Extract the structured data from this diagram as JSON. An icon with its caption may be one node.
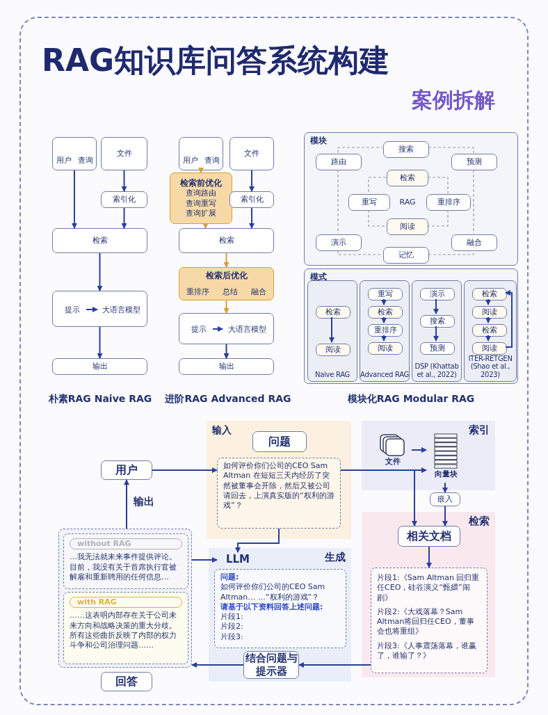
{
  "diagram": {
    "title": "RAG知识库问答系统构建",
    "nodes": [
      {
        "text": [
          "朴素RAG Naive RAG"
        ]
      },
      {
        "text": [
          "用户",
          "查询"
        ],
        "in": 0
      },
      {
        "text": [
          "文件"
        ],
        "in": 0
      },
      {
        "text": [
          "索引化"
        ],
        "in": 0
      },
      {
        "text": [
          "检索"
        ],
        "in": 0
      },
      {
        "text": [],
        "shape": "box",
        "in": 0
      },
      {
        "text": [
          "提示"
        ],
        "in": 5
      },
      {
        "text": [
          "大语言模型"
        ],
        "in": 5
      },
      {
        "text": [
          "输出"
        ],
        "in": 0
      },
      {
        "text": [
          "进阶RAG Advanced RAG"
        ]
      },
      {
        "text": [
          "用户",
          "查询"
        ],
        "in": 9
      },
      {
        "text": [
          "文件"
        ],
        "in": 9
      },
      {
        "text": [
          "检索前优化",
          "查询路由",
          "查询重写",
          "查询扩展"
        ],
        "in": 9
      },
      {
        "text": [
          "索引化"
        ],
        "in": 9
      },
      {
        "text": [
          "检索"
        ],
        "in": 9
      },
      {
        "text": [
          "检索后优化",
          "重排序",
          "总结",
          "融合"
        ],
        "in": 9
      },
      {
        "text": [],
        "shape": "box",
        "in": 9
      },
      {
        "text": [
          "提示"
        ],
        "in": 16
      },
      {
        "text": [
          "大语言模型"
        ],
        "in": 16
      },
      {
        "text": [
          "输出"
        ],
        "in": 9
      },
      {
        "text": [
          "模块化RAG Modular RAG"
        ]
      },
      {
        "text": [
          "模块"
        ],
        "in": 20
      },
      {
        "text": [
          "搜索"
        ],
        "in": 21
      },
      {
        "text": [
          "路由"
        ],
        "in": 21
      },
      {
        "text": [
          "预测"
        ],
        "in": 21
      },
      {
        "text": [
          "检索"
        ],
        "in": 21
      },
      {
        "text": [
          "重写"
        ],
        "in": 21
      },
      {
        "text": [
          "RAG"
        ],
        "in": 21
      },
      {
        "text": [
          "重排序"
        ],
        "in": 21
      },
      {
        "text": [
          "阅读"
        ],
        "in": 21
      },
      {
        "text": [
          "演示"
        ],
        "in": 21
      },
      {
        "text": [
          "融合"
        ],
        "in": 21
      },
      {
        "text": [
          "记忆"
        ],
        "in": 21
      },
      {
        "text": [
          "模式"
        ],
        "in": 20
      },
      {
        "text": [
          "Naive RAG"
        ],
        "in": 33
      },
      {
        "text": [
          "检索"
        ],
        "in": 34
      },
      {
        "text": [
          "阅读"
        ],
        "in": 34
      },
      {
        "text": [
          "Advanced RAG"
        ],
        "in": 33
      },
      {
        "text": [
          "重写"
        ],
        "in": 37
      },
      {
        "text": [
          "检索"
        ],
        "in": 37
      },
      {
        "text": [
          "重排序"
        ],
        "in": 37
      },
      {
        "text": [
          "阅读"
        ],
        "in": 37
      },
      {
        "text": [
          "DSP (Khattab et al., 2022)"
        ],
        "in": 33
      },
      {
        "text": [
          "演示"
        ],
        "in": 42
      },
      {
        "text": [
          "搜索"
        ],
        "in": 42
      },
      {
        "text": [
          "预测"
        ],
        "in": 42
      },
      {
        "text": [
          "ITER-RETGEN (Shao et al., 2023)"
        ],
        "in": 33
      },
      {
        "text": [
          "检索"
        ],
        "in": 46
      },
      {
        "text": [
          "阅读"
        ],
        "in": 46
      },
      {
        "text": [
          "检索"
        ],
        "in": 46
      },
      {
        "text": [
          "阅读"
        ],
        "in": 46
      },
      {
        "text": [
          "用户"
        ]
      },
      {
        "text": [
          "输入"
        ]
      },
      {
        "text": [
          "问题"
        ],
        "in": 52
      },
      {
        "text": [
          "如何评价你们公司的CEO Sam Altman 在短短三天内经历了突然被董事会开除，然后又被公司请回去，上演真实版的“权利的游戏”？"
        ],
        "in": 52
      },
      {
        "text": [
          "索引"
        ]
      },
      {
        "text": [
          "文件"
        ],
        "in": 55
      },
      {
        "text": [
          "向量块"
        ],
        "in": 55
      },
      {
        "text": [
          "嵌入"
        ]
      },
      {
        "text": [
          "检索"
        ]
      },
      {
        "text": [
          "相关文档"
        ],
        "in": 59
      },
      {
        "text": [
          "片段1:《Sam Altman 回归重任CEO，硅谷演义“甄嬛”闹剧》",
          "片段2:《大戏落幕？Sam Altman将回归任CEO，董事会也将重组》",
          "片段3:《人事震荡落幕，谁赢了，谁输了？》"
        ],
        "in": 59
      },
      {
        "text": [
          "生成"
        ]
      },
      {
        "text": [
          "LLM"
        ],
        "in": 62
      },
      {
        "text": [
          "问题:",
          "如何评价你们公司的CEO Sam Altman… …“权利的游戏”？",
          "请基于以下资料回答上述问题:",
          "片段1:",
          "片段2:",
          "片段3:"
        ],
        "in": 62
      },
      {
        "text": [
          "结合问题与提示器"
        ],
        "in": 62
      },
      {
        "text": [],
        "shape": "box"
      },
      {
        "text": [
          "without RAG",
          "…我无法就未来事件提供评论。目前，我没有关于首席执行官被解雇和重新聘用的任何信息…"
        ],
        "in": 66
      },
      {
        "text": [
          "with RAG",
          "……这表明内部存在关于公司未来方向和战略决策的重大分歧。所有这些曲折反映了内部的权力斗争和公司治理问题……"
        ],
        "in": 66
      },
      {
        "text": [
          "回答"
        ]
      }
    ],
    "edges": [
      {
        "from": 1,
        "to": 4,
        "arrow": "to"
      },
      {
        "from": 2,
        "to": 3,
        "arrow": "to"
      },
      {
        "from": 3,
        "to": 4,
        "arrow": "to"
      },
      {
        "from": 4,
        "to": 5,
        "arrow": "to"
      },
      {
        "from": 6,
        "to": 7,
        "arrow": "to"
      },
      {
        "from": 5,
        "to": 8,
        "arrow": "to"
      },
      {
        "from": 10,
        "to": 12,
        "arrow": "to",
        "color": "#d9a032"
      },
      {
        "from": 12,
        "to": 14,
        "arrow": "to",
        "color": "#d9a032"
      },
      {
        "from": 11,
        "to": 13,
        "arrow": "to"
      },
      {
        "from": 13,
        "to": 14,
        "arrow": "to"
      },
      {
        "from": 14,
        "to": 15,
        "arrow": "to",
        "color": "#d9a032"
      },
      {
        "from": 15,
        "to": 16,
        "arrow": "to",
        "color": "#d9a032"
      },
      {
        "from": 17,
        "to": 18,
        "arrow": "to"
      },
      {
        "from": 16,
        "to": 19,
        "arrow": "to"
      },
      {
        "from": 23,
        "to": 22,
        "arrow": "none",
        "style": "dashed",
        "color": "#9a9aa6"
      },
      {
        "from": 22,
        "to": 24,
        "arrow": "none",
        "style": "dashed",
        "color": "#9a9aa6"
      },
      {
        "from": 24,
        "to": 31,
        "arrow": "none",
        "style": "dashed",
        "color": "#9a9aa6"
      },
      {
        "from": 23,
        "to": 30,
        "arrow": "none",
        "style": "dashed",
        "color": "#9a9aa6"
      },
      {
        "from": 30,
        "to": 32,
        "arrow": "none",
        "style": "dashed",
        "color": "#9a9aa6"
      },
      {
        "from": 32,
        "to": 31,
        "arrow": "none",
        "style": "dashed",
        "color": "#9a9aa6"
      },
      {
        "from": 25,
        "to": 26,
        "arrow": "none",
        "style": "dashed",
        "color": "#9a9aa6"
      },
      {
        "from": 25,
        "to": 28,
        "arrow": "none",
        "style": "dashed",
        "color": "#9a9aa6"
      },
      {
        "from": 26,
        "to": 29,
        "arrow": "none",
        "style": "dashed",
        "color": "#9a9aa6"
      },
      {
        "from": 28,
        "to": 29,
        "arrow": "none",
        "style": "dashed",
        "color": "#9a9aa6"
      },
      {
        "from": 35,
        "to": 36,
        "arrow": "to"
      },
      {
        "from": 38,
        "to": 39,
        "arrow": "to"
      },
      {
        "from": 39,
        "to": 40,
        "arrow": "to"
      },
      {
        "from": 40,
        "to": 41,
        "arrow": "to"
      },
      {
        "from": 43,
        "to": 44,
        "arrow": "to"
      },
      {
        "from": 44,
        "to": 45,
        "arrow": "to"
      },
      {
        "from": 47,
        "to": 48,
        "arrow": "to"
      },
      {
        "from": 48,
        "to": 49,
        "arrow": "to"
      },
      {
        "from": 49,
        "to": 50,
        "arrow": "to"
      },
      {
        "from": 50,
        "to": 47,
        "arrow": "to"
      },
      {
        "from": 51,
        "to": 54,
        "arrow": "to"
      },
      {
        "from": 54,
        "to": 57,
        "arrow": "to"
      },
      {
        "from": 54,
        "to": 60,
        "arrow": "to"
      },
      {
        "from": 56,
        "to": 57,
        "arrow": "to"
      },
      {
        "from": 57,
        "to": 58,
        "arrow": "to"
      },
      {
        "from": 58,
        "to": 60,
        "arrow": "to"
      },
      {
        "from": 60,
        "to": 61,
        "arrow": "to"
      },
      {
        "from": 54,
        "to": 63,
        "arrow": "to"
      },
      {
        "from": 61,
        "to": 65,
        "arrow": "to"
      },
      {
        "from": 65,
        "to": 66,
        "arrow": "to"
      },
      {
        "from": 66,
        "to": 63,
        "arrow": "to"
      },
      {
        "from": 66,
        "to": 51,
        "arrow": "to",
        "label": "输出"
      }
    ],
    "labels": [
      "案例拆解"
    ]
  }
}
